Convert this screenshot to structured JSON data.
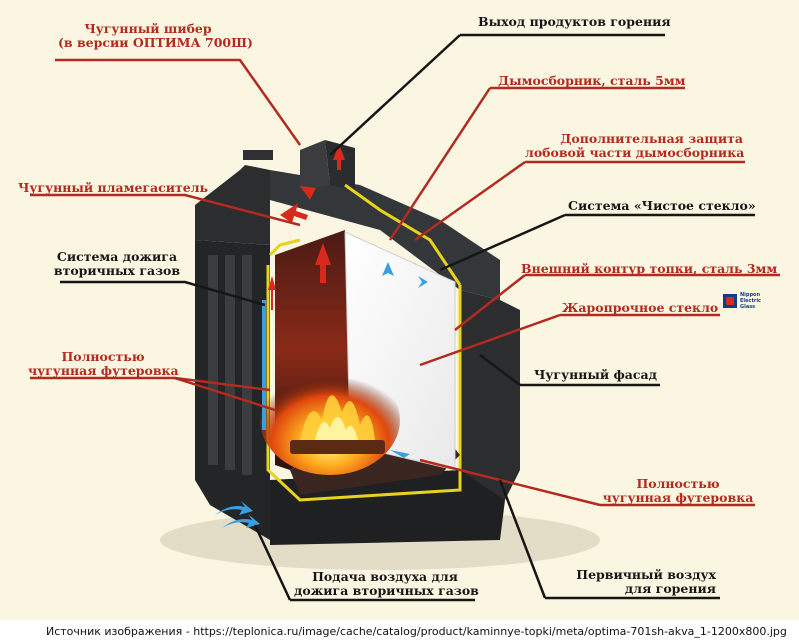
{
  "labels": {
    "damper_l1": "Чугунный шибер",
    "damper_l2": "(в версии ОПТИМА 700Ш)",
    "exhaust": "Выход продуктов горения",
    "smoke_collector": "Дымосборник, сталь 5мм",
    "extra_protect_l1": "Дополнительная защита",
    "extra_protect_l2": "лобовой части дымосборника",
    "flame_arrester": "Чугунный пламегаситель",
    "clean_glass": "Система «Чистое стекло»",
    "afterburn_l1": "Система дожига",
    "afterburn_l2": "вторичных газов",
    "outer_contour": "Внешний контур топки, сталь 3мм",
    "heat_glass": "Жаропрочное стекло",
    "lining_left_l1": "Полностью",
    "lining_left_l2": "чугунная футеровка",
    "facade": "Чугунный фасад",
    "lining_right_l1": "Полностью",
    "lining_right_l2": "чугунная футеровка",
    "air_supply_l1": "Подача воздуха для",
    "air_supply_l2": "дожига вторичных газов",
    "primary_air_l1": "Первичный воздух",
    "primary_air_l2": "для горения"
  },
  "brand": {
    "line1": "Nippon",
    "line2": "Electric",
    "line3": "Glass"
  },
  "source": "Источник изображения - https://teplonica.ru/image/cache/catalog/product/kaminnye-topki/meta/optima-701sh-akva_1-1200x800.jpg",
  "colors": {
    "background": "#fbf6e1",
    "red_text": "#b32a1f",
    "black_text": "#161616",
    "steel": "#2b2d2f",
    "lining_yellow": "#e8d21e",
    "air_blue": "#3a9fe0"
  }
}
